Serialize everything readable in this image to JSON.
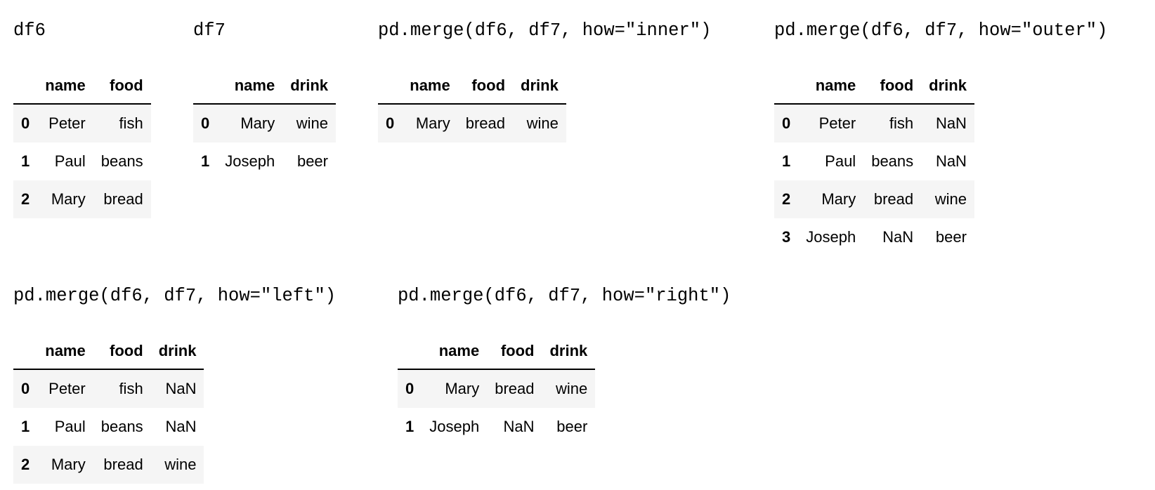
{
  "panels": [
    {
      "caption": "df6",
      "columns": [
        "",
        "name",
        "food"
      ],
      "rows": [
        [
          "0",
          "Peter",
          "fish"
        ],
        [
          "1",
          "Paul",
          "beans"
        ],
        [
          "2",
          "Mary",
          "bread"
        ]
      ]
    },
    {
      "caption": "df7",
      "columns": [
        "",
        "name",
        "drink"
      ],
      "rows": [
        [
          "0",
          "Mary",
          "wine"
        ],
        [
          "1",
          "Joseph",
          "beer"
        ]
      ]
    },
    {
      "caption": "pd.merge(df6, df7, how=\"inner\")",
      "columns": [
        "",
        "name",
        "food",
        "drink"
      ],
      "rows": [
        [
          "0",
          "Mary",
          "bread",
          "wine"
        ]
      ]
    },
    {
      "caption": "pd.merge(df6, df7, how=\"outer\")",
      "columns": [
        "",
        "name",
        "food",
        "drink"
      ],
      "rows": [
        [
          "0",
          "Peter",
          "fish",
          "NaN"
        ],
        [
          "1",
          "Paul",
          "beans",
          "NaN"
        ],
        [
          "2",
          "Mary",
          "bread",
          "wine"
        ],
        [
          "3",
          "Joseph",
          "NaN",
          "beer"
        ]
      ]
    },
    {
      "caption": "pd.merge(df6, df7, how=\"left\")",
      "columns": [
        "",
        "name",
        "food",
        "drink"
      ],
      "rows": [
        [
          "0",
          "Peter",
          "fish",
          "NaN"
        ],
        [
          "1",
          "Paul",
          "beans",
          "NaN"
        ],
        [
          "2",
          "Mary",
          "bread",
          "wine"
        ]
      ]
    },
    {
      "caption": "pd.merge(df6, df7, how=\"right\")",
      "columns": [
        "",
        "name",
        "food",
        "drink"
      ],
      "rows": [
        [
          "0",
          "Mary",
          "bread",
          "wine"
        ],
        [
          "1",
          "Joseph",
          "NaN",
          "beer"
        ]
      ]
    }
  ]
}
